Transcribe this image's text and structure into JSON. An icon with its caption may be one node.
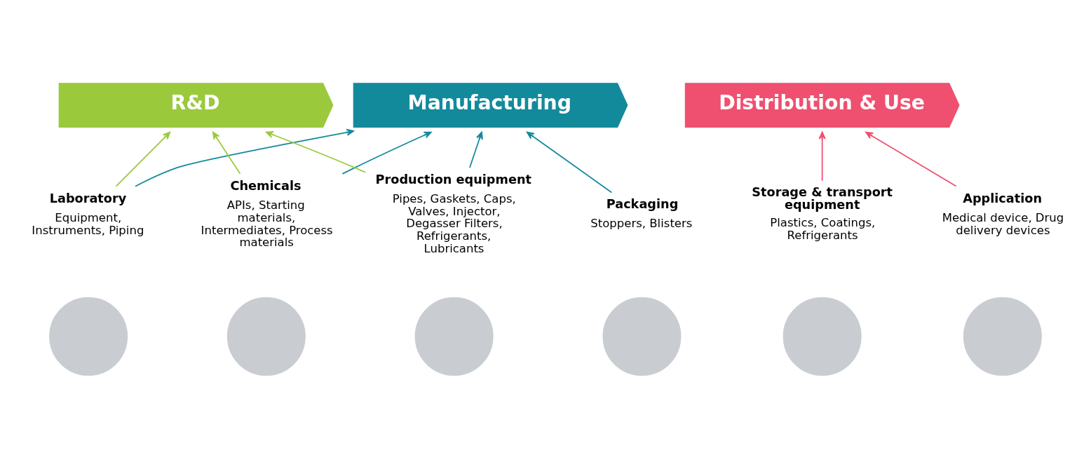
{
  "diagram": {
    "nodes": [
      {
        "text": [
          "R&D"
        ]
      },
      {
        "text": [
          "Manufacturing"
        ]
      },
      {
        "text": [
          "Distribution & Use"
        ]
      },
      {
        "text": [
          "Laboratory",
          "Equipment, Instruments, Piping"
        ]
      },
      {
        "text": [
          "Chemicals",
          "APIs, Starting materials, Intermediates, Process materials"
        ]
      },
      {
        "text": [
          "Production equipment",
          "Pipes, Gaskets, Caps, Valves, Injector, Degasser Filters, Refrigerants, Lubricants"
        ]
      },
      {
        "text": [
          "Packaging",
          "Stoppers, Blisters"
        ]
      },
      {
        "text": [
          "Storage & transport equipment",
          "Plastics, Coatings, Refrigerants"
        ]
      },
      {
        "text": [
          "Application",
          "Medical device, Drug delivery devices"
        ]
      },
      {
        "text": [],
        "shape": "circle"
      },
      {
        "text": [],
        "shape": "circle"
      },
      {
        "text": [],
        "shape": "circle"
      },
      {
        "text": [],
        "shape": "circle"
      },
      {
        "text": [],
        "shape": "circle"
      },
      {
        "text": [],
        "shape": "circle"
      }
    ],
    "edges": [
      {
        "from": 3,
        "to": 0,
        "arrow": "to",
        "color": "#9bc93c"
      },
      {
        "from": 3,
        "to": 1,
        "arrow": "to",
        "color": "#138a9c"
      },
      {
        "from": 4,
        "to": 0,
        "arrow": "to",
        "color": "#9bc93c"
      },
      {
        "from": 4,
        "to": 1,
        "arrow": "to",
        "color": "#138a9c"
      },
      {
        "from": 5,
        "to": 0,
        "arrow": "to",
        "color": "#9bc93c"
      },
      {
        "from": 5,
        "to": 1,
        "arrow": "to",
        "color": "#138a9c"
      },
      {
        "from": 6,
        "to": 1,
        "arrow": "to",
        "color": "#138a9c"
      },
      {
        "from": 7,
        "to": 2,
        "arrow": "to",
        "color": "#ef5070"
      },
      {
        "from": 8,
        "to": 2,
        "arrow": "to",
        "color": "#ef5070"
      }
    ]
  }
}
